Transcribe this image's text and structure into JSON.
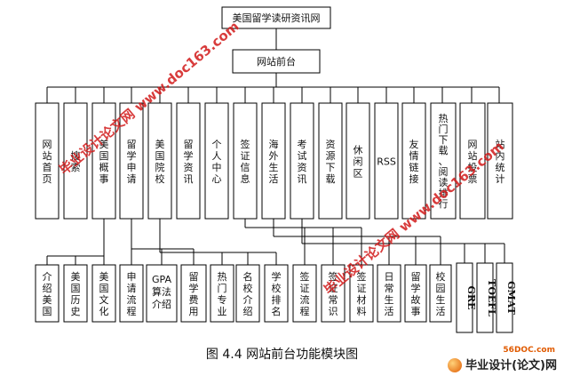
{
  "root": {
    "label": "美国留学读研资讯网"
  },
  "sub": {
    "label": "网站前台"
  },
  "modules": [
    {
      "name": "module-home",
      "label": "网站首页"
    },
    {
      "name": "module-search",
      "label": "搜索"
    },
    {
      "name": "module-us-overview",
      "label": "美国概事"
    },
    {
      "name": "module-apply",
      "label": "留学申请"
    },
    {
      "name": "module-colleges",
      "label": "美国院校"
    },
    {
      "name": "module-study-info",
      "label": "留学资讯"
    },
    {
      "name": "module-personal",
      "label": "个人中心"
    },
    {
      "name": "module-visa-info",
      "label": "签证信息"
    },
    {
      "name": "module-overseas-life",
      "label": "海外生活"
    },
    {
      "name": "module-exam-info",
      "label": "考试资讯"
    },
    {
      "name": "module-downloads",
      "label": "资源下载"
    },
    {
      "name": "module-leisure",
      "label": "休闲区"
    },
    {
      "name": "module-rss",
      "label": "RSS"
    },
    {
      "name": "module-links",
      "label": "友情链接"
    },
    {
      "name": "module-hot",
      "label": "热门下载、阅读排行"
    },
    {
      "name": "module-vote",
      "label": "网站投票"
    },
    {
      "name": "module-stats",
      "label": "站内统计"
    }
  ],
  "subs": [
    {
      "name": "sub-intro-usa",
      "label": "介绍美国"
    },
    {
      "name": "sub-us-history",
      "label": "美国历史"
    },
    {
      "name": "sub-us-culture",
      "label": "美国文化"
    },
    {
      "name": "sub-apply-flow",
      "label": "申请流程"
    },
    {
      "name": "sub-gpa",
      "label": "GPA算法介绍"
    },
    {
      "name": "sub-study-cost",
      "label": "留学费用"
    },
    {
      "name": "sub-hot-majors",
      "label": "热门专业"
    },
    {
      "name": "sub-famous-schools",
      "label": "名校介绍"
    },
    {
      "name": "sub-school-rank",
      "label": "学校排名"
    },
    {
      "name": "sub-visa-flow",
      "label": "签证流程"
    },
    {
      "name": "sub-visa-faq",
      "label": "签证常识"
    },
    {
      "name": "sub-visa-docs",
      "label": "签证材料"
    },
    {
      "name": "sub-daily-life",
      "label": "日常生活"
    },
    {
      "name": "sub-study-stories",
      "label": "留学故事"
    },
    {
      "name": "sub-campus-life",
      "label": "校园生活"
    },
    {
      "name": "sub-gre",
      "label": "GRE"
    },
    {
      "name": "sub-toefl",
      "label": "TOEFL"
    },
    {
      "name": "sub-gmat",
      "label": "GMAT"
    }
  ],
  "caption": "图 4.4  网站前台功能模块图",
  "watermarks": {
    "left": "毕业设计论文网 www.doc163.com",
    "right": "毕业设计论文网 www.doc163.com",
    "logo": "毕业设计(论文)网",
    "url": "56DOC.com"
  }
}
